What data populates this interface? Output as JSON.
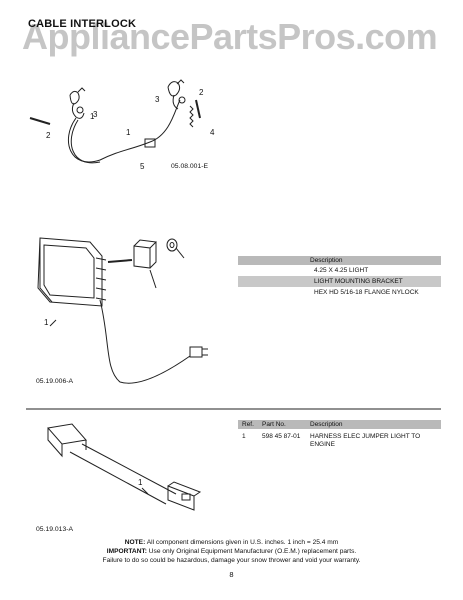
{
  "section_title": "CABLE INTERLOCK",
  "watermark": "AppliancePartsPros.com",
  "diagram1": {
    "id": "05.08.001-E",
    "callouts": [
      "1",
      "2",
      "3",
      "3",
      "2",
      "4",
      "5"
    ]
  },
  "diagram2": {
    "id": "05.19.006-A",
    "callout": "1",
    "table": {
      "header": "Description",
      "rows": [
        "4.25 X 4.25 LIGHT",
        "LIGHT MOUNTING BRACKET",
        "HEX HD 5/16-18 FLANGE NYLOCK"
      ]
    }
  },
  "diagram3": {
    "id": "05.19.013-A",
    "callout": "1",
    "table": {
      "headers": [
        "Ref.",
        "Part No.",
        "Description"
      ],
      "rows": [
        {
          "ref": "1",
          "part_no": "598 45 87-01",
          "description": "HARNESS ELEC JUMPER LIGHT TO ENGINE"
        }
      ]
    }
  },
  "footer": {
    "note_label": "NOTE:",
    "note_text": "All component dimensions given in U.S. inches.    1 inch = 25.4 mm",
    "important_label": "IMPORTANT:",
    "important_text": "Use only Original Equipment Manufacturer (O.E.M.) replacement parts.",
    "warning_text": "Failure to do so could be hazardous, damage your snow thrower and void your warranty."
  },
  "page_number": "8"
}
